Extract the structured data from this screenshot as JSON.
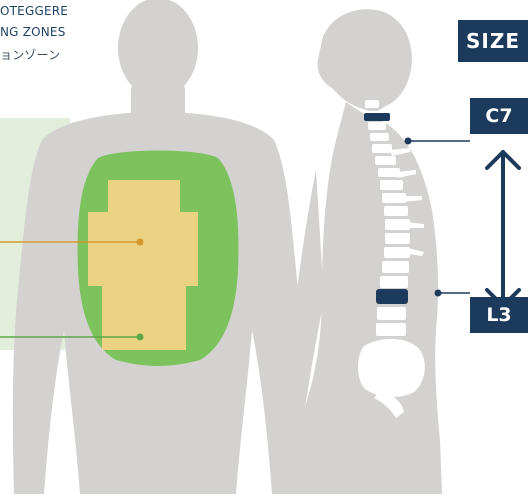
{
  "zone_labels": {
    "line1": "OTEGGERE",
    "line2": "NG ZONES",
    "line3": "ョンゾーン"
  },
  "badges": {
    "size": "SIZE",
    "top_vertebra": "C7",
    "bottom_vertebra": "L3"
  },
  "colors": {
    "silhouette": "#d3d2d0",
    "protection_zone_outer": "#7cc35e",
    "protection_zone_inner": "#ecd283",
    "callout_inner": "#d49a2c",
    "callout_outer": "#5ea848",
    "badge_bg": "#1b3a5c",
    "arrow": "#1b3a5c",
    "background_panel": "#e2eedb"
  }
}
